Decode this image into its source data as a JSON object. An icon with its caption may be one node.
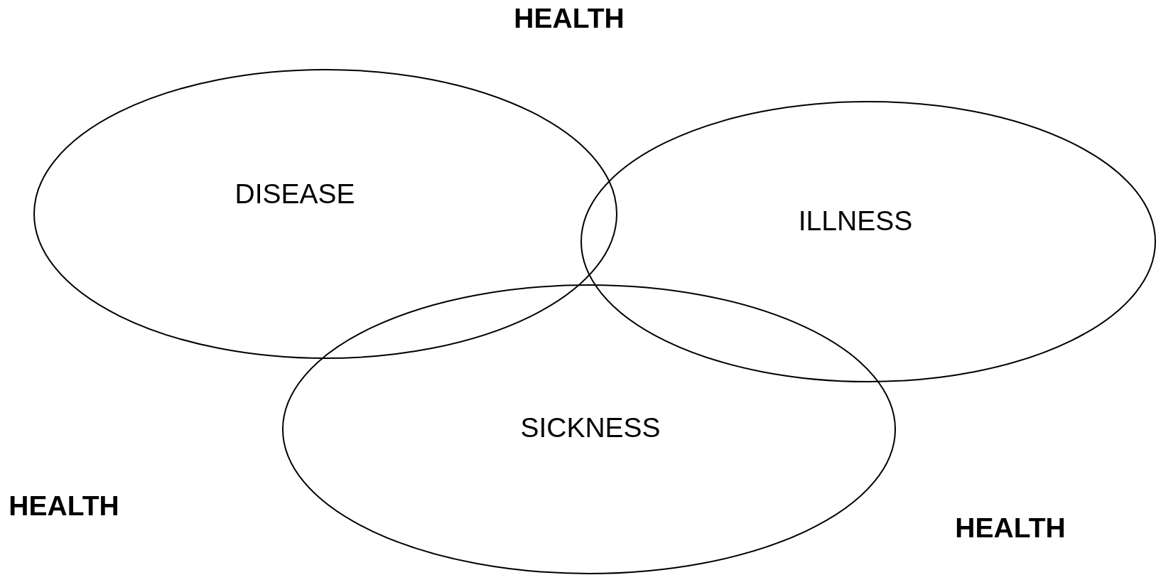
{
  "diagram": {
    "nodes": [
      {
        "text": [
          "DISEASE"
        ]
      },
      {
        "text": [
          "ILLNESS"
        ]
      },
      {
        "text": [
          "SICKNESS"
        ]
      }
    ],
    "edges": [],
    "labels": [
      "HEALTH",
      "HEALTH",
      "HEALTH"
    ]
  }
}
